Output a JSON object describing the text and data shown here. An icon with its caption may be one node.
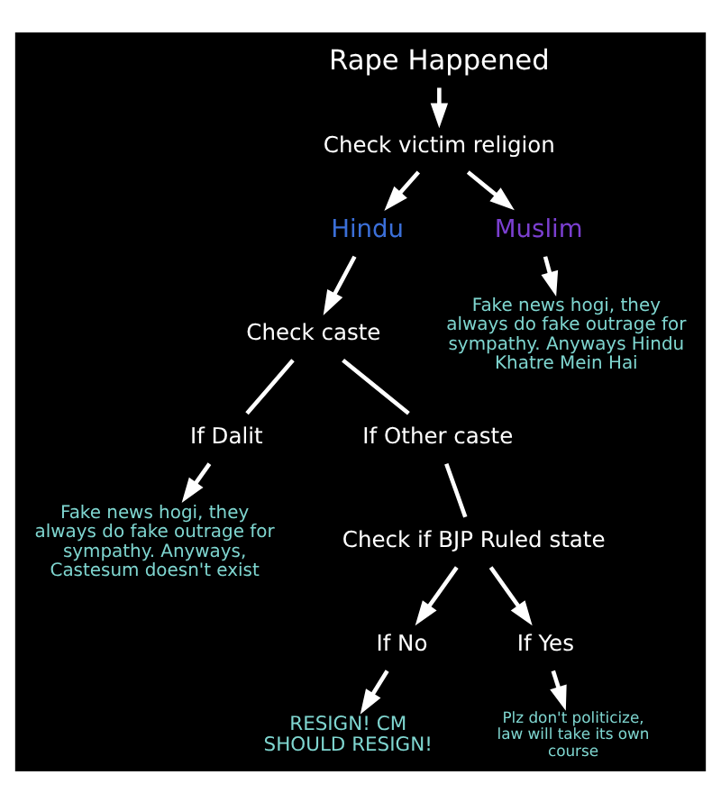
{
  "diagram": {
    "nodes": [
      {
        "text": [
          "Rape Happened"
        ]
      },
      {
        "text": [
          "Check victim religion"
        ]
      },
      {
        "text": [
          "Hindu"
        ]
      },
      {
        "text": [
          "Muslim"
        ]
      },
      {
        "text": [
          "Fake news hogi, they always do fake outrage for sympathy. Anyways Hindu Khatre Mein Hai"
        ]
      },
      {
        "text": [
          "Check caste"
        ]
      },
      {
        "text": [
          "If Dalit"
        ]
      },
      {
        "text": [
          "If Other caste"
        ]
      },
      {
        "text": [
          "Fake news hogi, they always do fake outrage for sympathy. Anyways, Castesum doesn't exist"
        ]
      },
      {
        "text": [
          "Check if BJP Ruled state"
        ]
      },
      {
        "text": [
          "If No"
        ]
      },
      {
        "text": [
          "If Yes"
        ]
      },
      {
        "text": [
          "RESIGN! CM SHOULD RESIGN!"
        ]
      },
      {
        "text": [
          "Plz don't politicize, law will take its own course"
        ]
      }
    ],
    "edges": [
      {
        "from": 0,
        "to": 1,
        "arrow": "to"
      },
      {
        "from": 1,
        "to": 2,
        "arrow": "to"
      },
      {
        "from": 1,
        "to": 3,
        "arrow": "to"
      },
      {
        "from": 3,
        "to": 4,
        "arrow": "to"
      },
      {
        "from": 2,
        "to": 5,
        "arrow": "to"
      },
      {
        "from": 5,
        "to": 6,
        "arrow": "none"
      },
      {
        "from": 5,
        "to": 7,
        "arrow": "none"
      },
      {
        "from": 6,
        "to": 8,
        "arrow": "to"
      },
      {
        "from": 7,
        "to": 9,
        "arrow": "none"
      },
      {
        "from": 9,
        "to": 10,
        "arrow": "to"
      },
      {
        "from": 9,
        "to": 11,
        "arrow": "to"
      },
      {
        "from": 10,
        "to": 12,
        "arrow": "to"
      },
      {
        "from": 11,
        "to": 13,
        "arrow": "to"
      }
    ]
  }
}
